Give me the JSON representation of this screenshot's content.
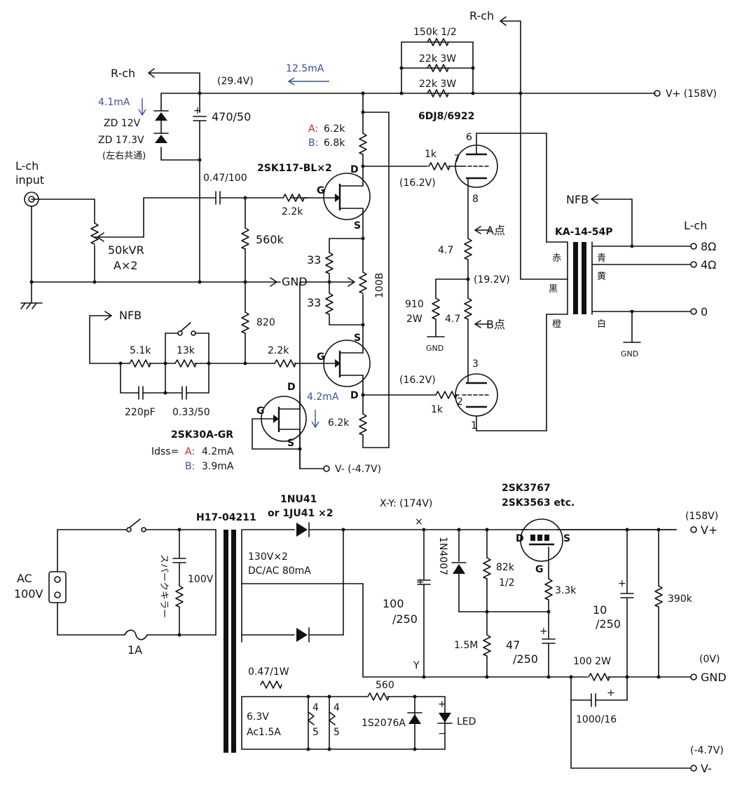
{
  "labels": {
    "r_ch_top": "R-ch",
    "r_ch_left": "R-ch",
    "v_29": "(29.4V)",
    "i_12_5": "12.5mA",
    "r_150k": "150k 1/2",
    "r_22k_a": "22k 3W",
    "r_22k_b": "22k 3W",
    "vplus_top": "V+ (158V)",
    "i_4_1": "4.1mA",
    "zd12": "ZD 12V",
    "zd17": "ZD 17.3V",
    "zd_note": "(左右共通)",
    "c_470": "470/50",
    "rA_label": "A:",
    "rA_val": "6.2k",
    "rB_label": "B:",
    "rB_val": "6.8k",
    "tube": "6DJ8/6922",
    "pin6": "6",
    "pin7": "7",
    "pin8": "8",
    "pin3": "3",
    "pin2": "2",
    "pin1": "1",
    "r1k_top": "1k",
    "fet_top": "2SK117-BL×2",
    "lch_input": "L-ch\ninput",
    "c_047": "0.47/100",
    "v_162_top": "(16.2V)",
    "g_top": "G",
    "d_top": "D",
    "s_top": "S",
    "r_22k_gate": "2.2k",
    "nfb_out": "NFB",
    "vr": "50kVR",
    "vr2": "A×2",
    "r_560k": "560k",
    "r_33a": "33",
    "r_33b": "33",
    "r_100b": "100B",
    "a_point": "A点",
    "r_47a": "4.7",
    "v_192": "(19.2V)",
    "r_910": "910",
    "r_910w": "2W",
    "r_47b": "4.7",
    "b_point": "B点",
    "gnd_mid": "GND",
    "gnd_910": "GND",
    "xfmr": "KA-14-54P",
    "lch_out": "L-ch",
    "out_8": "8Ω",
    "out_4": "4Ω",
    "out_0": "0",
    "wire_red": "赤",
    "wire_blk": "黒",
    "wire_orn": "橙",
    "wire_blu": "青",
    "wire_yel": "黄",
    "wire_wht": "白",
    "gnd_out": "GND",
    "nfb_in": "NFB",
    "r_51k": "5.1k",
    "r_13k": "13k",
    "r_820": "820",
    "c_220p": "220pF",
    "c_033": "0.33/50",
    "r_22k_g2": "2.2k",
    "g_bot": "G",
    "s_bot": "S",
    "d_bot": "D",
    "v_162_bot": "(16.2V)",
    "r1k_bot": "1k",
    "r_62k": "6.2k",
    "i_4_2": "4.2mA",
    "fet_cs": "2SK30A-GR",
    "idss": "Idss=",
    "idss_a_l": "A:",
    "idss_a_v": "4.2mA",
    "idss_b_l": "B:",
    "idss_b_v": "3.9mA",
    "cs_g": "G",
    "cs_d": "D",
    "cs_s": "S",
    "vminus_top": "V- (-4.7V)",
    "diode1": "1NU41",
    "diode2": "or 1JU41 ×2",
    "ptrans": "H17-04211",
    "xy": "X-Y: (174V)",
    "mos1": "2SK3767",
    "mos2": "2SK3563 etc.",
    "v158_r": "(158V)",
    "vplus_r": "V+",
    "ac": "AC\n100V",
    "spark": "スパークキラー",
    "v100": "100V",
    "fuse": "1A",
    "sec1": "130V×2",
    "sec2": "DC/AC 80mA",
    "c_100_250": "100/250",
    "d_1n4007": "1N4007",
    "r_82k": "82k",
    "r_82k_w": "1/2",
    "mos_d": "D",
    "mos_s": "S",
    "mos_g": "G",
    "r_33k": "3.3k",
    "c_10_250": "10/250",
    "r_390k": "390k",
    "r_15m": "1.5M",
    "c_47_250": "47/250",
    "x_mark": "×",
    "y_mark": "Y",
    "r_100_2w": "100 2W",
    "v0": "(0V)",
    "gnd_r": "GND",
    "r_047": "0.47/1W",
    "h1": "6.3V",
    "h2": "Ac1.5A",
    "r_560": "560",
    "p4a": "4",
    "p5a": "5",
    "p4b": "4",
    "p5b": "5",
    "d_1s": "1S2076A",
    "led": "LED",
    "c_1000": "1000/16",
    "v_neg": "(-4.7V)",
    "vminus_r": "V-"
  },
  "colors": {
    "ink": "#111111",
    "blue_annotation": "#3b4fa0",
    "red_annotation": "#c0282e"
  }
}
